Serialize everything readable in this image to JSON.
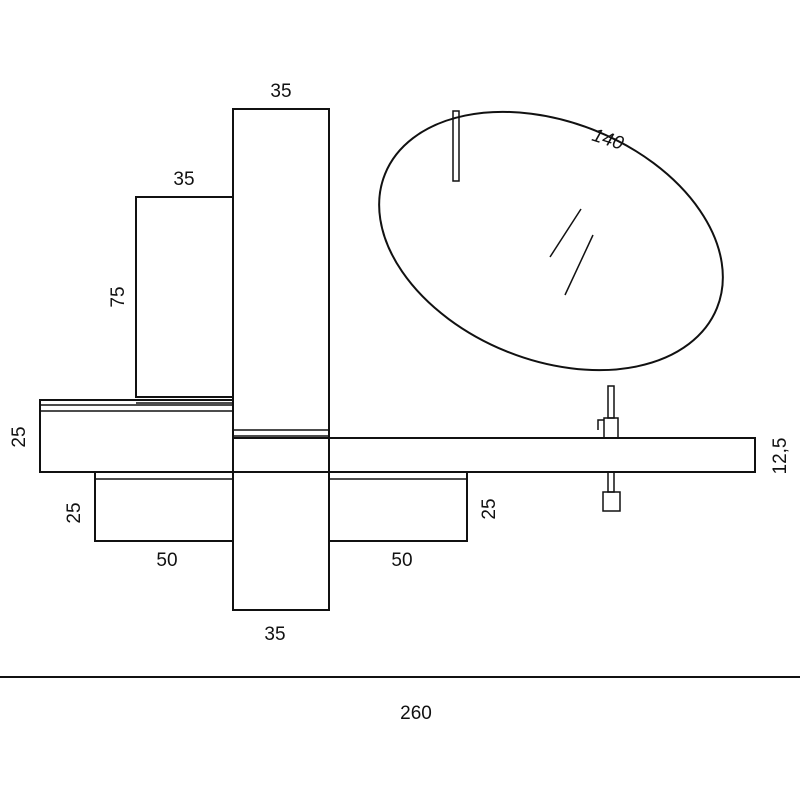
{
  "dimensions": {
    "tall_column_top_width": "35",
    "wall_cabinet_width": "35",
    "wall_cabinet_height": "75",
    "mirror_width": "140",
    "left_top_height": "25",
    "left_drawer_height": "25",
    "right_drawer_height": "25",
    "left_drawer_width": "50",
    "right_drawer_width": "50",
    "column_bottom_width": "35",
    "countertop_height": "12,5",
    "total_width": "260"
  },
  "colors": {
    "line": "#111111",
    "background": "#ffffff"
  }
}
